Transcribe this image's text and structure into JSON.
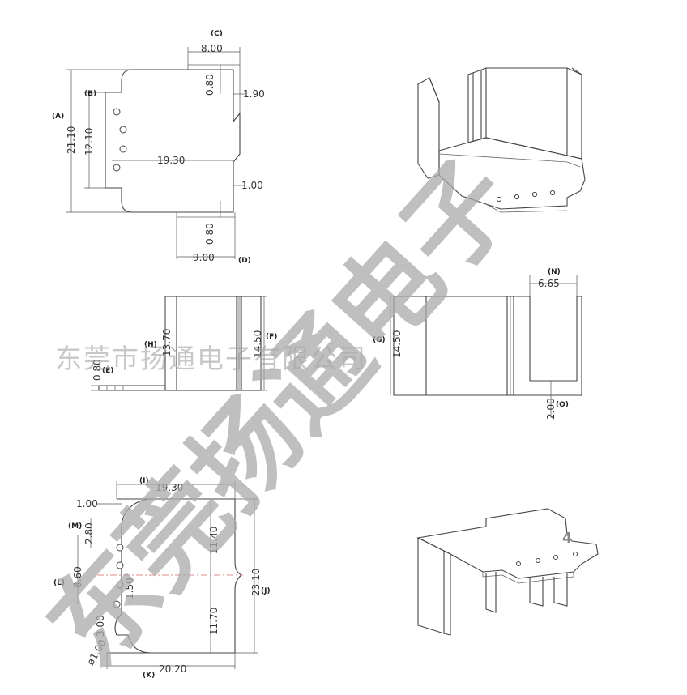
{
  "watermark": {
    "company_line": "东莞市扬通电子有限公司",
    "diagonal": "东莞扬通电子"
  },
  "page_number": "4",
  "top_view": {
    "tags": {
      "A": "(A)",
      "B": "(B)",
      "C": "(C)",
      "D": "(D)"
    },
    "dims": {
      "A": "21.10",
      "B": "12.10",
      "C": "8.00",
      "c_small": "0.80",
      "tab_top": "1.90",
      "width": "19.30",
      "tab_bottom": "1.00",
      "d_small": "0.80",
      "D": "9.00"
    }
  },
  "front_view": {
    "tags": {
      "E": "(E)",
      "F": "(F)",
      "H": "(H)"
    },
    "dims": {
      "E": "0.80",
      "H": "13.70",
      "F": "14.50"
    }
  },
  "side_view": {
    "tags": {
      "G": "(G)",
      "N": "(N)",
      "O": "(O)"
    },
    "dims": {
      "G": "14.50",
      "N": "6.65",
      "O": "2.00"
    }
  },
  "bottom_view": {
    "tags": {
      "I": "(I)",
      "J": "(J)",
      "K": "(K)",
      "L": "(L)",
      "M": "(M)"
    },
    "dims": {
      "I": "19.30",
      "top_edge": "1.00",
      "M": "2.80",
      "L": "8.60",
      "pitch": "1.50",
      "hole_spacing": "3.00",
      "hole_dia": "ø1.00",
      "upper": "11.40",
      "lower": "11.70",
      "J": "23.10",
      "K": "20.20"
    }
  }
}
